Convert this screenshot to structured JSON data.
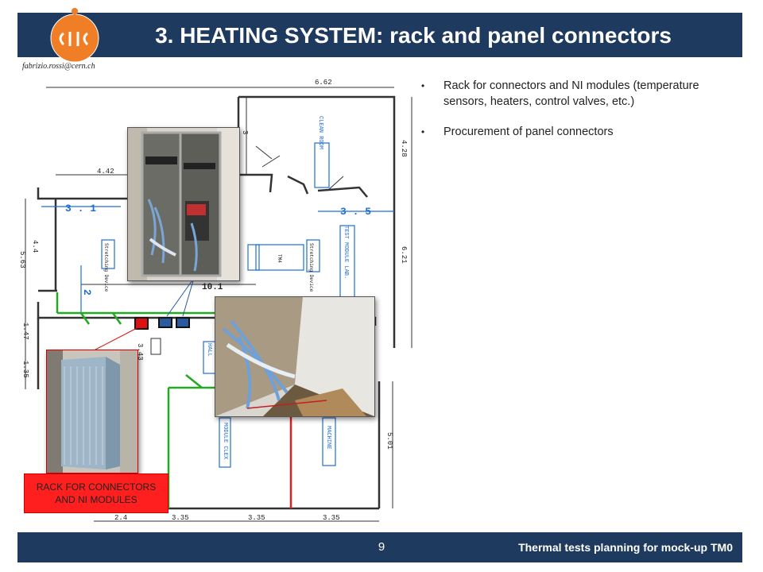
{
  "header": {
    "title": "3. HEATING SYSTEM: rack and panel connectors",
    "email": "fabrizio.rossi@cern.ch",
    "logo_text": "CLIC",
    "accent": "#1f3a5f",
    "logo_color": "#f07e26"
  },
  "bullets": [
    "Rack for connectors and NI modules (temperature sensors, heaters, control valves, etc.)",
    "Procurement of panel connectors"
  ],
  "plan": {
    "dims": {
      "d662": "6.62",
      "d428": "4.28",
      "d442": "4.42",
      "d621": "6.21",
      "d44": "4.4",
      "d563": "5.63",
      "d147": "1.47",
      "d135": "1.35",
      "d501": "5.01",
      "d101": "10.1",
      "d2": "2",
      "d3": "3",
      "d343": "3.43",
      "d24": "2.4",
      "d335a": "3.35",
      "d335b": "3.35",
      "d335c": "3.35",
      "d31": "3 . 1",
      "d35": "3 . 5"
    },
    "rooms": {
      "clean_room": "CLEAN ROOM",
      "test_module_lab": "TEST MODULE LAB.",
      "hall": "HALL",
      "module_clex": "MODULE CLEX",
      "machine": "MACHINE",
      "tm4": "TM4",
      "stretching_device_a": "Stretching Device",
      "stretching_device_b": "Stretching Device"
    }
  },
  "rack_label": {
    "line1": "RACK FOR CONNECTORS",
    "line2": "AND NI MODULES"
  },
  "footer": {
    "page_number": "9",
    "text": "Thermal tests planning for mock-up TM0"
  }
}
